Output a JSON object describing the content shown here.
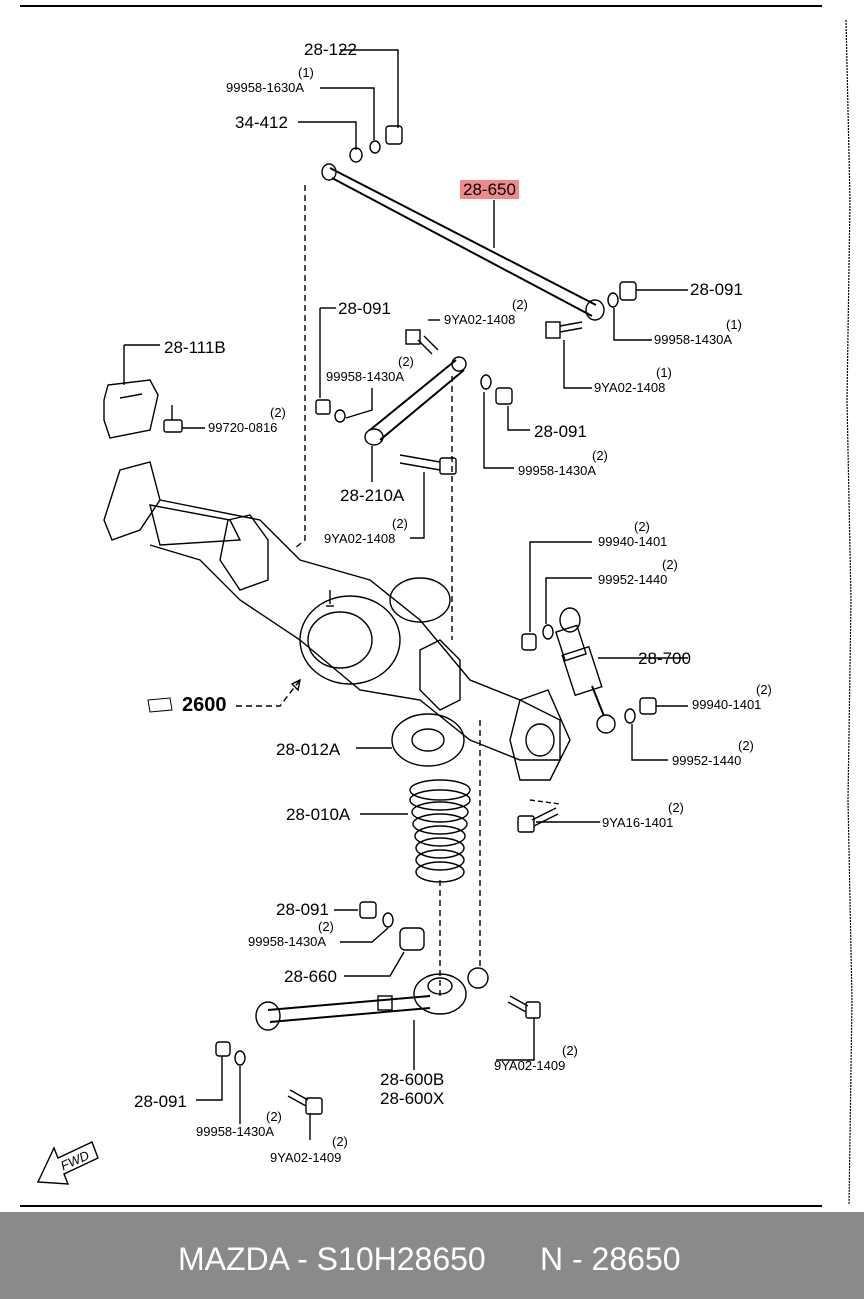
{
  "parts": {
    "p28_122": "28-122",
    "p99958_1630A": "99958-1630A",
    "q1_top": "(1)",
    "p34_412": "34-412",
    "p28_650": "28-650",
    "p28_091_tr": "28-091",
    "p99958_1430A_r": "99958-1430A",
    "q1_r": "(1)",
    "p9YA02_1408_r": "9YA02-1408",
    "q1_r2": "(1)",
    "p28_111B": "28-111B",
    "p28_091_ml": "28-091",
    "p99958_1430A_ml": "99958-1430A",
    "q2_ml": "(2)",
    "p9YA02_1408_t": "9YA02-1408",
    "q2_t": "(2)",
    "p99720_0816": "99720-0816",
    "q2_997": "(2)",
    "p28_091_m": "28-091",
    "p99958_1430A_m": "99958-1430A",
    "q2_m": "(2)",
    "p28_210A": "28-210A",
    "p9YA02_1408_b": "9YA02-1408",
    "q2_b": "(2)",
    "p99940_1401_t": "99940-1401",
    "q2_999t": "(2)",
    "p99952_1440_t": "99952-1440",
    "q2_9995t": "(2)",
    "p28_700": "28-700",
    "p99940_1401_b": "99940-1401",
    "q2_999b": "(2)",
    "p99952_1440_b": "99952-1440",
    "q2_9995b": "(2)",
    "p2600": "2600",
    "p28_012A": "28-012A",
    "p28_010A": "28-010A",
    "p9YA16_1401": "9YA16-1401",
    "q2_16": "(2)",
    "p28_091_lo": "28-091",
    "p99958_1430A_lo": "99958-1430A",
    "q2_lo": "(2)",
    "p28_660": "28-660",
    "p9YA02_1409_r": "9YA02-1409",
    "q2_1409r": "(2)",
    "p28_600B": "28-600B",
    "p28_600X": "28-600X",
    "p28_091_bl": "28-091",
    "p99958_1430A_bl": "99958-1430A",
    "q2_bl": "(2)",
    "p9YA02_1409_bl": "9YA02-1409",
    "q2_1409bl": "(2)",
    "fwd": "FWD"
  },
  "footer": {
    "part_number": "MAZDA - S10H28650",
    "ref_number": "N - 28650"
  },
  "colors": {
    "highlight": "#f08a8a",
    "footer_bg": "#8a8a8a"
  }
}
